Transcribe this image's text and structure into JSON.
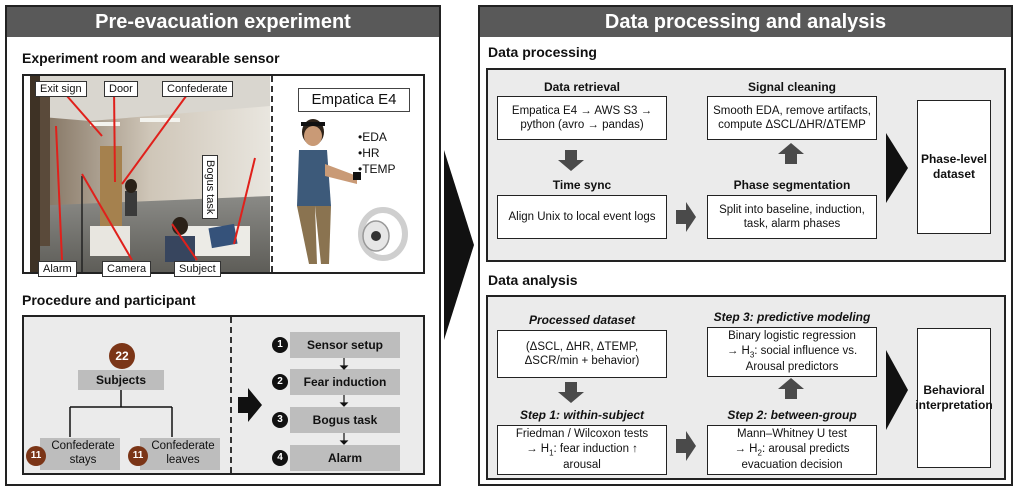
{
  "left": {
    "banner": "Pre-evacuation experiment",
    "room_title": "Experiment room and wearable sensor",
    "photo_labels": {
      "exit_sign": "Exit sign",
      "door": "Door",
      "confederate": "Confederate",
      "alarm": "Alarm",
      "camera": "Camera",
      "subject": "Subject",
      "bogus_task": "Bogus task"
    },
    "sensor": {
      "name": "Empatica E4",
      "signals": [
        "•EDA",
        "•HR",
        "•TEMP"
      ]
    },
    "procedure_title": "Procedure and participant",
    "subjects": {
      "total": "22",
      "label": "Subjects",
      "group_a_count": "11",
      "group_a_label_1": "Confederate",
      "group_a_label_2": "stays",
      "group_b_count": "11",
      "group_b_label_1": "Confederate",
      "group_b_label_2": "leaves"
    },
    "steps": [
      {
        "num": "1",
        "label": "Sensor setup"
      },
      {
        "num": "2",
        "label": "Fear induction"
      },
      {
        "num": "3",
        "label": "Bogus task"
      },
      {
        "num": "4",
        "label": "Alarm"
      }
    ]
  },
  "right": {
    "banner": "Data processing and analysis",
    "processing_title": "Data processing",
    "retrieval": {
      "head": "Data retrieval",
      "line1": "Empatica E4 → AWS S3 →",
      "line2": "python (avro → pandas)"
    },
    "cleaning": {
      "head": "Signal cleaning",
      "line1": "Smooth EDA, remove artifacts,",
      "line2": "compute ΔSCL/ΔHR/ΔTEMP"
    },
    "sync": {
      "head": "Time sync",
      "line1": "Align Unix to local event logs"
    },
    "segmentation": {
      "head": "Phase segmentation",
      "line1": "Split into baseline, induction,",
      "line2": "task, alarm phases"
    },
    "phase_output": {
      "line1": "Phase-level",
      "line2": "dataset"
    },
    "analysis_title": "Data analysis",
    "processed": {
      "head": "Processed dataset",
      "line1": "(ΔSCL, ΔHR, ΔTEMP,",
      "line2": "ΔSCR/min + behavior)"
    },
    "step3": {
      "head": "Step 3: predictive modeling",
      "line1": "Binary logistic regression",
      "line2a": "→ H",
      "line2sub": "3",
      "line2b": ": social influence vs.",
      "line3": "Arousal predictors"
    },
    "step1": {
      "head": "Step 1: within-subject",
      "line1": "Friedman / Wilcoxon tests",
      "line2a": "→ H",
      "line2sub": "1",
      "line2b": ": fear induction ↑",
      "line3": "arousal"
    },
    "step2": {
      "head": "Step 2: between-group",
      "line1": "Mann–Whitney U test",
      "line2a": "→ H",
      "line2sub": "2",
      "line2b": ": arousal predicts",
      "line3": "evacuation decision"
    },
    "behavior_output": {
      "line1": "Behavioral",
      "line2": "interpretation"
    }
  },
  "colors": {
    "banner": "#595959",
    "gray_box": "#ebebeb",
    "pill": "#bdbdbd",
    "brown": "#7b3517",
    "red_line": "#e0201b"
  }
}
